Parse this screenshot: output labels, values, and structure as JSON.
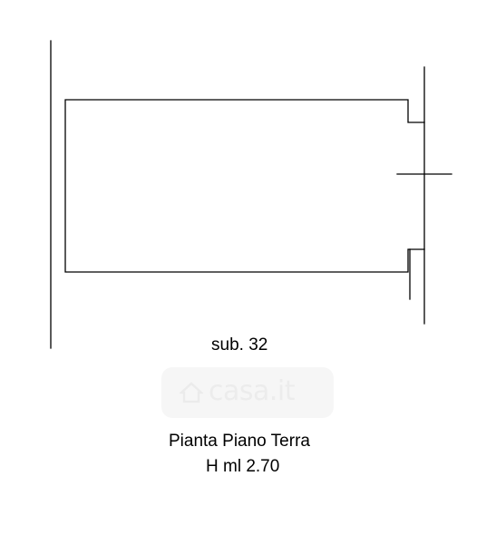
{
  "plan": {
    "unit_label": "sub. 32",
    "title": "Pianta Piano Terra",
    "height": "H ml 2.70"
  },
  "watermark": {
    "text": "casa.it",
    "icon": "house-icon"
  },
  "colors": {
    "line": "#000000",
    "text": "#000000",
    "watermark": "#e6e6e6",
    "background": "#ffffff"
  }
}
